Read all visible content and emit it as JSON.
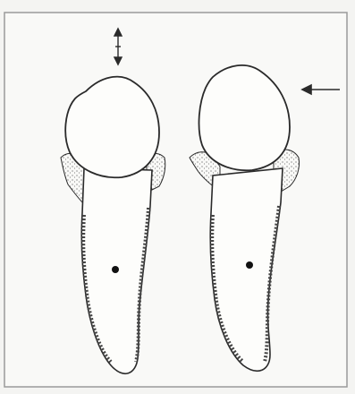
{
  "figure": {
    "panels": [
      {
        "id": "left-tooth",
        "indicator": "vertical-double-arrow"
      },
      {
        "id": "right-tooth",
        "indicator": "horizontal-arrow-left"
      }
    ],
    "colors": {
      "ink": "#2a2a2a",
      "paper": "#f4f4f2",
      "border": "#9a9a9a",
      "stipple": "#555555"
    }
  }
}
